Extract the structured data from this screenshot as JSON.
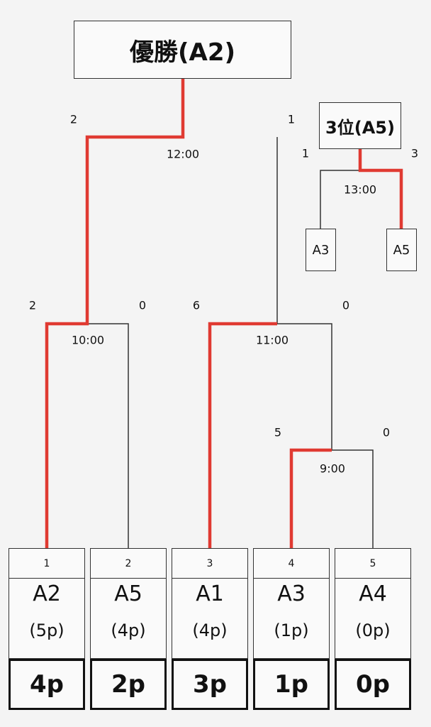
{
  "champion": "優勝(A2)",
  "third_place": "3位(A5)",
  "third_place_match": {
    "time": "13:00",
    "left_score": "1",
    "right_score": "3",
    "left_team": "A3",
    "right_team": "A5"
  },
  "matches": {
    "final": {
      "time": "12:00",
      "left_score": "2",
      "right_score": "1"
    },
    "semi_left": {
      "time": "10:00",
      "left_score": "2",
      "right_score": "0"
    },
    "semi_right": {
      "time": "11:00",
      "left_score": "6",
      "right_score": "0"
    },
    "quarter": {
      "time": "9:00",
      "left_score": "5",
      "right_score": "0"
    }
  },
  "teams": [
    {
      "seed": "1",
      "name": "A2",
      "prev_points": "(5p)",
      "points": "4p"
    },
    {
      "seed": "2",
      "name": "A5",
      "prev_points": "(4p)",
      "points": "2p"
    },
    {
      "seed": "3",
      "name": "A1",
      "prev_points": "(4p)",
      "points": "3p"
    },
    {
      "seed": "4",
      "name": "A3",
      "prev_points": "(1p)",
      "points": "1p"
    },
    {
      "seed": "5",
      "name": "A4",
      "prev_points": "(0p)",
      "points": "0p"
    }
  ],
  "colors": {
    "winner_line": "#e03a32",
    "line": "#333333"
  }
}
